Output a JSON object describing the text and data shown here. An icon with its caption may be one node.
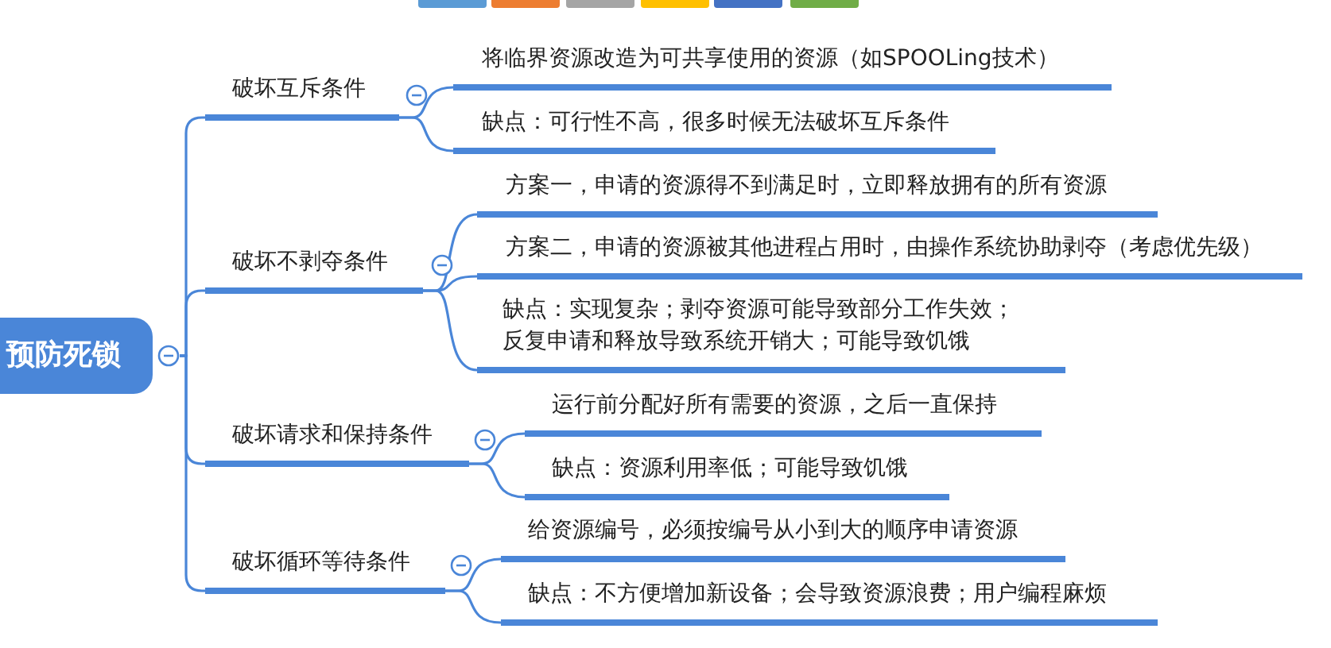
{
  "diagram": {
    "nodes": [
      {
        "text": [
          "预防死锁"
        ]
      },
      {
        "text": [
          "破坏互斥条件"
        ]
      },
      {
        "text": [
          "将临界资源改造为可共享使用的资源（如SPOOLing技术）"
        ]
      },
      {
        "text": [
          "缺点：可行性不高，很多时候无法破坏互斥条件"
        ]
      },
      {
        "text": [
          "破坏不剥夺条件"
        ]
      },
      {
        "text": [
          "方案一，申请的资源得不到满足时，立即释放拥有的所有资源"
        ]
      },
      {
        "text": [
          "方案二，申请的资源被其他进程占用时，由操作系统协助剥夺（考虑优先级）"
        ]
      },
      {
        "text": [
          "缺点：实现复杂；剥夺资源可能导致部分工作失效；反复申请和释放导致系统开销大；可能导致饥饿"
        ]
      },
      {
        "text": [
          "破坏请求和保持条件"
        ]
      },
      {
        "text": [
          "运行前分配好所有需要的资源，之后一直保持"
        ]
      },
      {
        "text": [
          "缺点：资源利用率低；可能导致饥饿"
        ]
      },
      {
        "text": [
          "破坏循环等待条件"
        ]
      },
      {
        "text": [
          "给资源编号，必须按编号从小到大的顺序申请资源"
        ]
      },
      {
        "text": [
          "缺点：不方便增加新设备；会导致资源浪费；用户编程麻烦"
        ]
      }
    ],
    "edges": [
      {
        "from": 0,
        "to": 1,
        "arrow": "none"
      },
      {
        "from": 1,
        "to": 2,
        "arrow": "none"
      },
      {
        "from": 1,
        "to": 3,
        "arrow": "none"
      },
      {
        "from": 0,
        "to": 4,
        "arrow": "none"
      },
      {
        "from": 4,
        "to": 5,
        "arrow": "none"
      },
      {
        "from": 4,
        "to": 6,
        "arrow": "none"
      },
      {
        "from": 4,
        "to": 7,
        "arrow": "none"
      },
      {
        "from": 0,
        "to": 8,
        "arrow": "none"
      },
      {
        "from": 8,
        "to": 9,
        "arrow": "none"
      },
      {
        "from": 8,
        "to": 10,
        "arrow": "none"
      },
      {
        "from": 0,
        "to": 11,
        "arrow": "none"
      },
      {
        "from": 11,
        "to": 12,
        "arrow": "none"
      },
      {
        "from": 11,
        "to": 13,
        "arrow": "none"
      }
    ]
  }
}
